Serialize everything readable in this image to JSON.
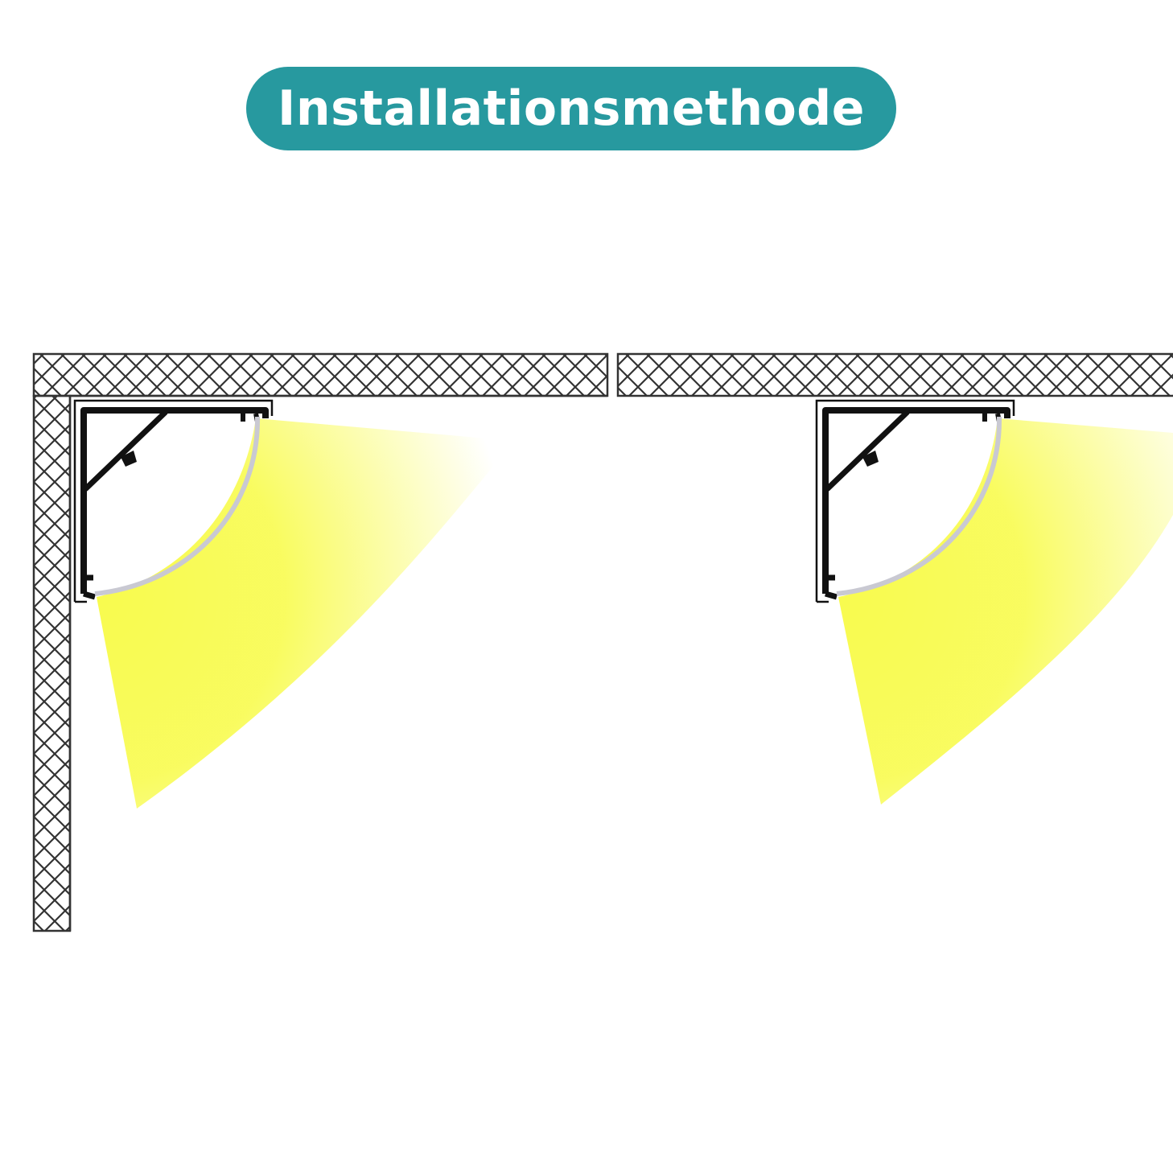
{
  "title": "Installationsmethode",
  "colors": {
    "accent": "#27999f",
    "title_text": "#ffffff",
    "wall_stroke": "#333333",
    "profile_black": "#111111",
    "diffuser": "#c9c9d2",
    "light_beam": "#f8fb4e"
  },
  "diagrams": [
    {
      "name": "corner-mount",
      "surfaces": [
        "ceiling",
        "wall"
      ]
    },
    {
      "name": "ceiling-mount",
      "surfaces": [
        "ceiling"
      ]
    }
  ]
}
